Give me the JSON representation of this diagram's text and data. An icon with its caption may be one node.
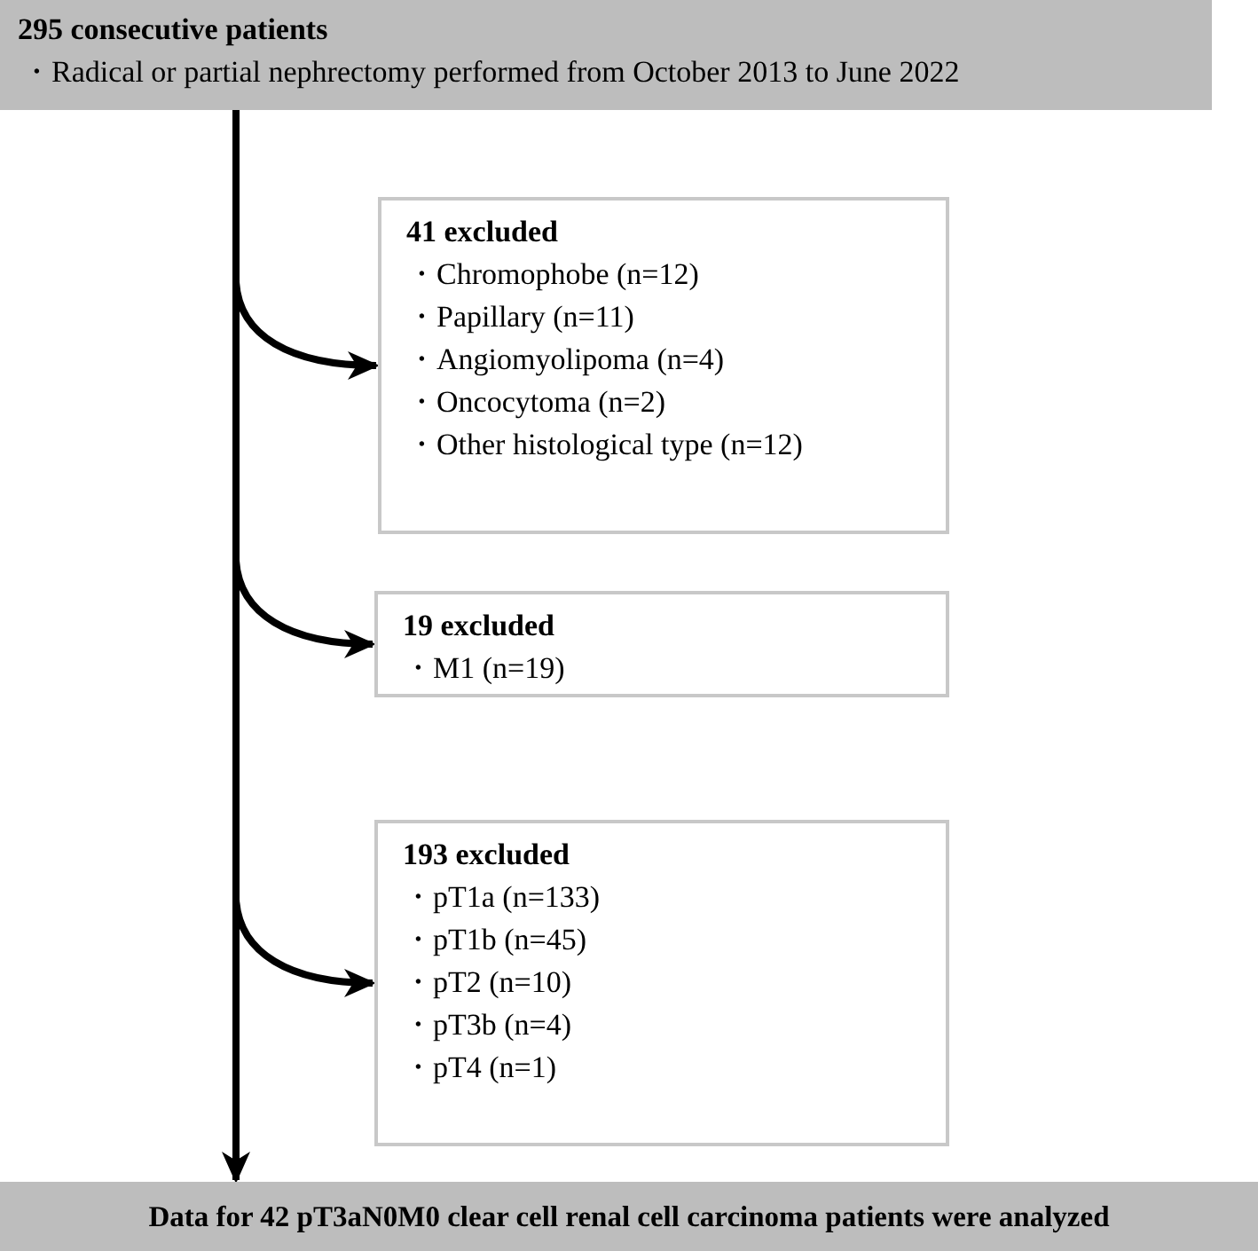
{
  "diagram": {
    "nodes": [
      {
        "text": [
          "295 consecutive patients",
          "・Radical or partial nephrectomy performed from October 2013 to June 2022"
        ]
      },
      {
        "text": [
          "41 excluded",
          "・Chromophobe (n=12)",
          "・Papillary (n=11)",
          "・Angiomyolipoma (n=4)",
          "・Oncocytoma (n=2)",
          "・Other histological type (n=12)"
        ]
      },
      {
        "text": [
          "19 excluded",
          "・M1 (n=19)"
        ]
      },
      {
        "text": [
          "193 excluded",
          "・pT1a (n=133)",
          "・pT1b (n=45)",
          "・pT2 (n=10)",
          "・pT3b (n=4)",
          "・pT4 (n=1)"
        ]
      },
      {
        "text": [
          "Data for 42 pT3aN0M0 clear cell renal cell carcinoma patients were analyzed"
        ]
      }
    ],
    "edges": [
      {
        "from": 0,
        "to": 4,
        "arrow": "to"
      },
      {
        "from": 0,
        "to": 1,
        "arrow": "to"
      },
      {
        "from": 0,
        "to": 2,
        "arrow": "to"
      },
      {
        "from": 0,
        "to": 3,
        "arrow": "to"
      }
    ]
  }
}
